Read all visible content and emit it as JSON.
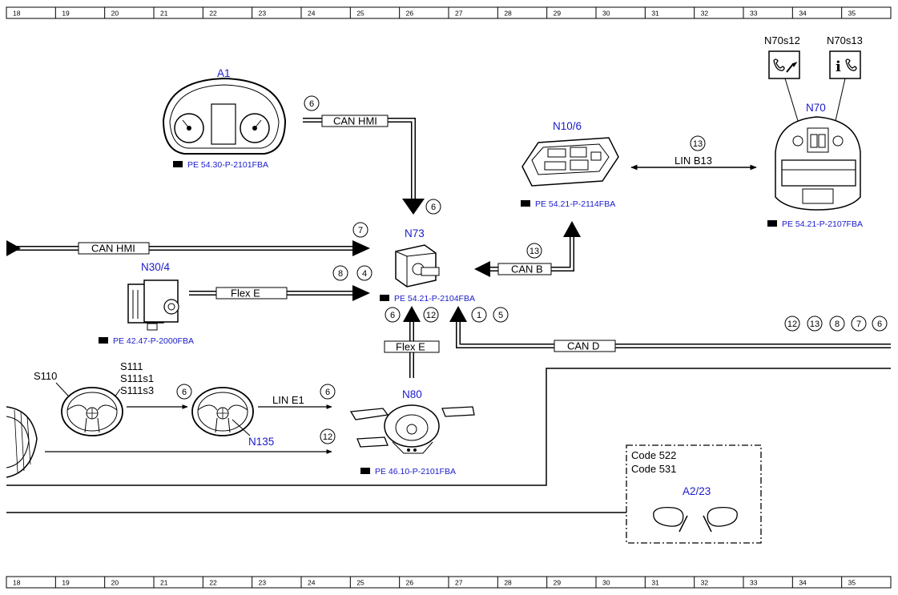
{
  "ruler": {
    "numbers": [
      "18",
      "19",
      "20",
      "21",
      "22",
      "23",
      "24",
      "25",
      "26",
      "27",
      "28",
      "29",
      "30",
      "31",
      "32",
      "33",
      "34",
      "35"
    ]
  },
  "components": {
    "A1": "A1",
    "N73": "N73",
    "N30_4": "N30/4",
    "N10_6": "N10/6",
    "N70": "N70",
    "N70s12": "N70s12",
    "N70s13": "N70s13",
    "N80": "N80",
    "N135": "N135",
    "A2_23": "A2/23",
    "S110": "S110",
    "S111": "S111",
    "S111s1": "S111s1",
    "S111s3": "S111s3"
  },
  "references": {
    "a1": "PE 54.30-P-2101FBA",
    "n73": "PE 54.21-P-2104FBA",
    "n30_4": "PE 42.47-P-2000FBA",
    "n10_6": "PE 54.21-P-2114FBA",
    "n70": "PE 54.21-P-2107FBA",
    "n80": "PE 46.10-P-2101FBA"
  },
  "buses": {
    "can_hmi_top": "CAN HMI",
    "can_hmi_left": "CAN HMI",
    "flex_e_left": "Flex E",
    "can_b": "CAN B",
    "lin_b13": "LIN B13",
    "flex_e_bottom": "Flex E",
    "can_d": "CAN D",
    "lin_e1": "LIN E1"
  },
  "circles": {
    "c_a1_6": "6",
    "c_n73top_6": "6",
    "c_7": "7",
    "c_8": "8",
    "c_4": "4",
    "c_n10_13": "13",
    "c_lin_13": "13",
    "c_bot_6": "6",
    "c_bot_12": "12",
    "c_1": "1",
    "c_5": "5",
    "c_r12": "12",
    "c_r13": "13",
    "c_r8": "8",
    "c_r7": "7",
    "c_r6": "6",
    "c_sw_6": "6",
    "c_line_6": "6",
    "c_line_12": "12"
  },
  "codes": {
    "line1": "Code 522",
    "line2": "Code 531"
  }
}
